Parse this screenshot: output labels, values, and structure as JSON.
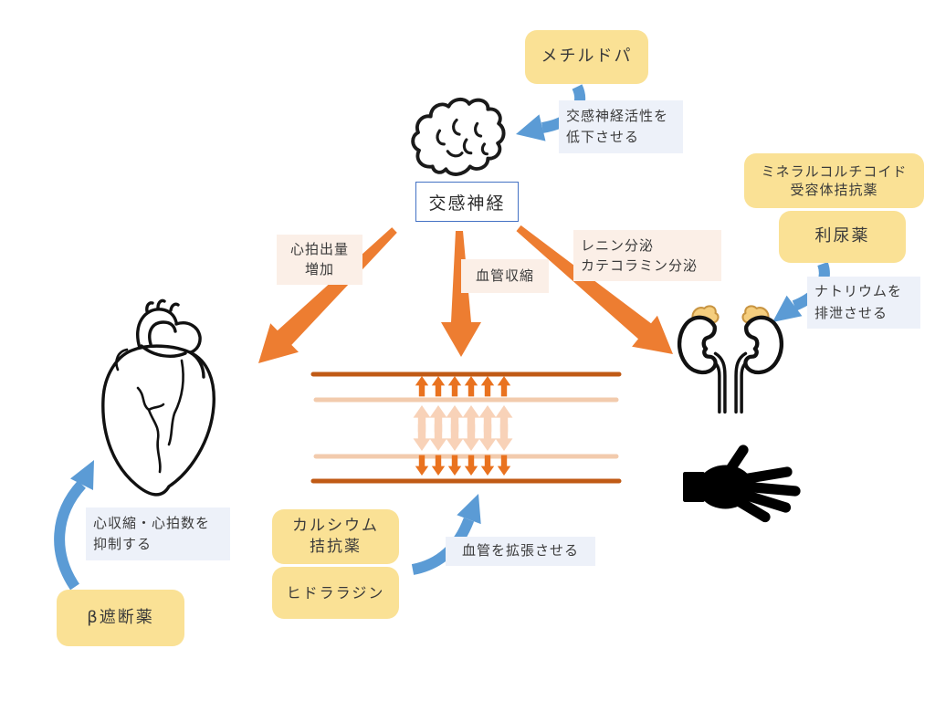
{
  "nodes": {
    "methyldopa": "メチルドパ",
    "sympathetic": "交感神経",
    "mr_antagonist_1": "ミネラルコルチコイド",
    "mr_antagonist_2": "受容体拮抗薬",
    "diuretic": "利尿薬",
    "beta_blocker": "β遮断薬",
    "ccb_1": "カルシウム",
    "ccb_2": "拮抗薬",
    "hydralazine": "ヒドララジン"
  },
  "effects": {
    "cardiac_output_1": "心拍出量",
    "cardiac_output_2": "増加",
    "vasoconstriction": "血管収縮",
    "renin_1": "レニン分泌",
    "renin_2": "カテコラミン分泌"
  },
  "captions": {
    "lower_activity_1": "交感神経活性を",
    "lower_activity_2": "低下させる",
    "natriuresis_1": "ナトリウムを",
    "natriuresis_2": "排泄させる",
    "suppress_heart_1": "心収縮・心拍数を",
    "suppress_heart_2": "抑制する",
    "dilate_vessels": "血管を拡張させる"
  },
  "colors": {
    "drug_box_yellow": "#FAE195",
    "action_arrow_blue": "#5B9BD5",
    "effect_arrow_orange": "#ED7D31",
    "vessel_wall_dark": "#C05A15",
    "vessel_wall_light": "#F2CBAD",
    "caption_blue_bg": "#EDF1F9",
    "caption_pink_bg": "#FBEFE7",
    "sympathetic_box_border": "#4472C4",
    "adrenal_yellow": "#F5CE7E"
  }
}
